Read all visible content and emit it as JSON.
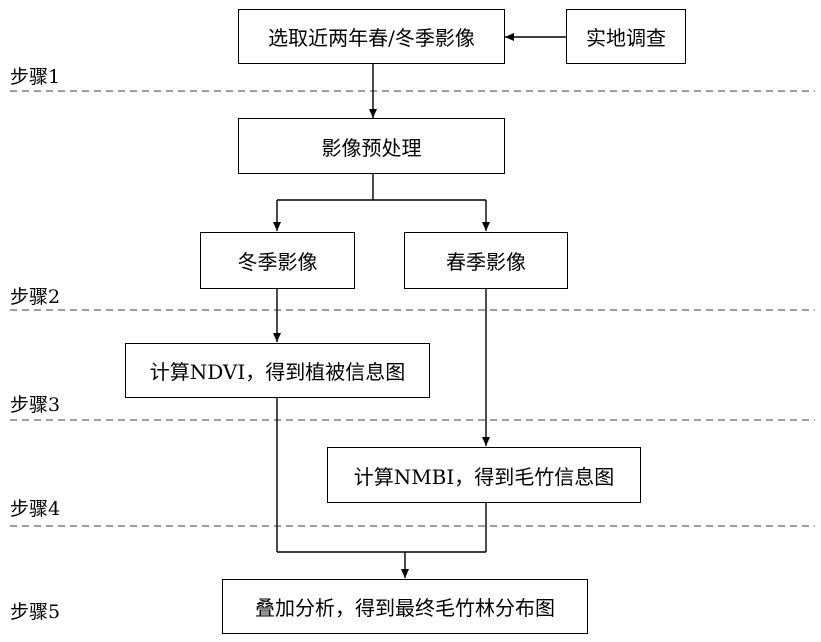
{
  "steps": {
    "s1": "步骤1",
    "s2": "步骤2",
    "s3": "步骤3",
    "s4": "步骤4",
    "s5": "步骤5"
  },
  "boxes": {
    "select_images": "选取近两年春/冬季影像",
    "field_survey": "实地调查",
    "preprocess": "影像预处理",
    "winter_image": "冬季影像",
    "spring_image": "春季影像",
    "ndvi": "计算NDVI，得到植被信息图",
    "nmbi": "计算NMBI，得到毛竹信息图",
    "overlay": "叠加分析，得到最终毛竹林分布图"
  },
  "colors": {
    "line": "#000000",
    "dashed": "#666666",
    "background": "#ffffff"
  }
}
